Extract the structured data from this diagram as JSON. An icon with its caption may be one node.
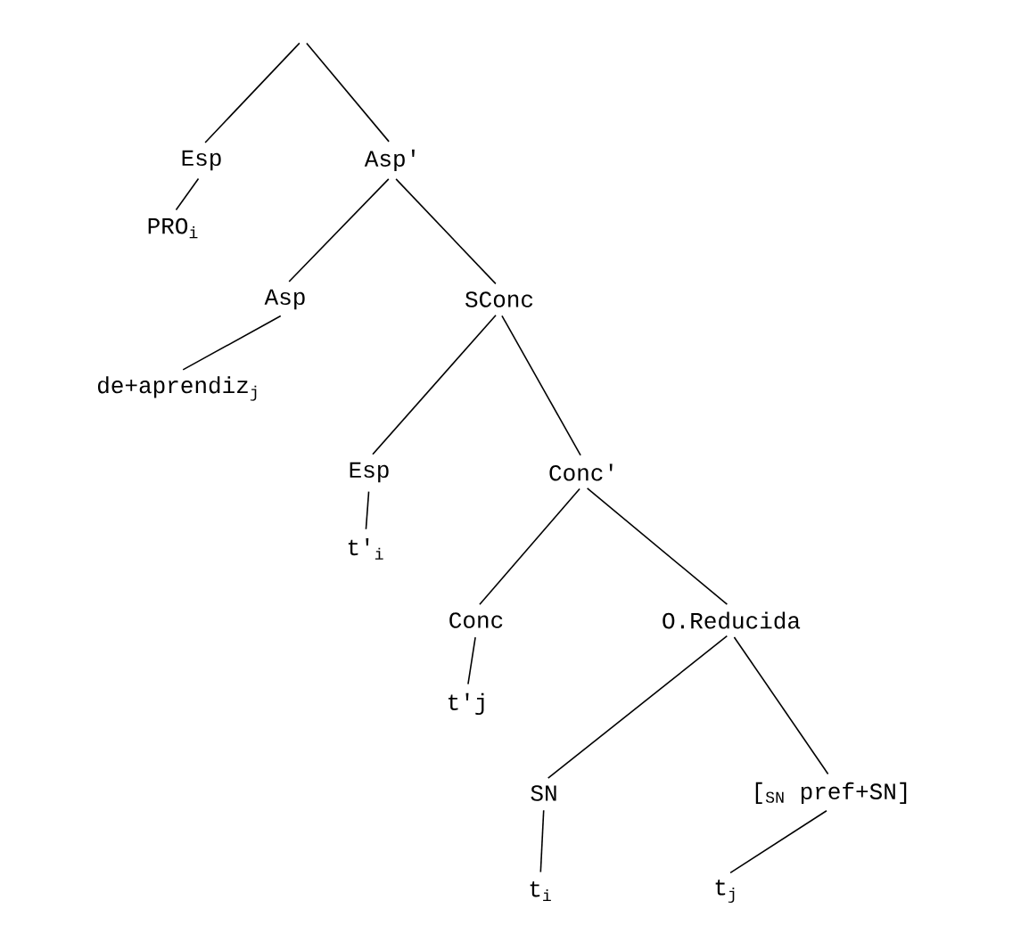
{
  "diagram": {
    "nodes": [
      {
        "text": [
          "Esp"
        ]
      },
      {
        "text": [
          "Asp'"
        ]
      },
      {
        "text": [
          "PRO$_{i}$"
        ]
      },
      {
        "text": [
          "Asp"
        ]
      },
      {
        "text": [
          "SConc"
        ]
      },
      {
        "text": [
          "de+aprendiz$_{j}$"
        ]
      },
      {
        "text": [
          "Esp"
        ]
      },
      {
        "text": [
          "Conc'"
        ]
      },
      {
        "text": [
          "t'$_{i}$"
        ]
      },
      {
        "text": [
          "Conc"
        ]
      },
      {
        "text": [
          "O.Reducida"
        ]
      },
      {
        "text": [
          "t'j"
        ]
      },
      {
        "text": [
          "SN"
        ]
      },
      {
        "text": [
          "[$_{SN}$ pref+SN]"
        ]
      },
      {
        "text": [
          "t$_{i}$"
        ]
      },
      {
        "text": [
          "t$_{j}$"
        ]
      }
    ],
    "edges": [
      {
        "from": null,
        "to": 0,
        "arrow": "none"
      },
      {
        "from": null,
        "to": 1,
        "arrow": "none"
      },
      {
        "from": 0,
        "to": 2,
        "arrow": "none"
      },
      {
        "from": 1,
        "to": 3,
        "arrow": "none"
      },
      {
        "from": 1,
        "to": 4,
        "arrow": "none"
      },
      {
        "from": 3,
        "to": 5,
        "arrow": "none"
      },
      {
        "from": 4,
        "to": 6,
        "arrow": "none"
      },
      {
        "from": 4,
        "to": 7,
        "arrow": "none"
      },
      {
        "from": 6,
        "to": 8,
        "arrow": "none"
      },
      {
        "from": 7,
        "to": 9,
        "arrow": "none"
      },
      {
        "from": 7,
        "to": 10,
        "arrow": "none"
      },
      {
        "from": 9,
        "to": 11,
        "arrow": "none"
      },
      {
        "from": 10,
        "to": 12,
        "arrow": "none"
      },
      {
        "from": 10,
        "to": 13,
        "arrow": "none"
      },
      {
        "from": 12,
        "to": 14,
        "arrow": "none"
      },
      {
        "from": 13,
        "to": 15,
        "arrow": "none"
      }
    ]
  }
}
